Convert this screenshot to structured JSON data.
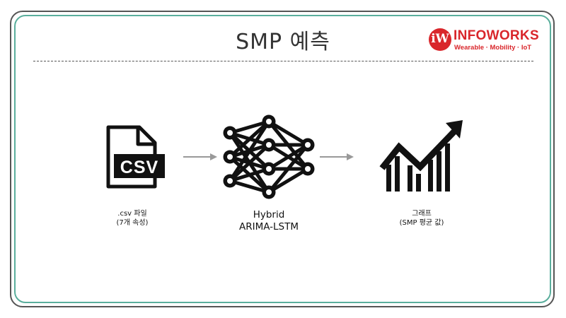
{
  "slide": {
    "title": "SMP 예측"
  },
  "logo": {
    "mark": "iW",
    "name": "INFOWORKS",
    "tagline": "Wearable · Mobility · IoT",
    "color": "#d9262b"
  },
  "flow": {
    "input": {
      "icon": "csv-file-icon",
      "badge": "CSV",
      "line1": ".csv 파일",
      "line2": "(7개 속성)"
    },
    "model": {
      "icon": "neural-network-icon",
      "line1": "Hybrid",
      "line2": "ARIMA-LSTM"
    },
    "output": {
      "icon": "growth-chart-icon",
      "line1": "그래프",
      "line2": "(SMP 평균 값)"
    }
  },
  "colors": {
    "outer_border": "#555555",
    "inner_border": "#5aae9c",
    "arrow": "#999999",
    "icon": "#111111"
  }
}
